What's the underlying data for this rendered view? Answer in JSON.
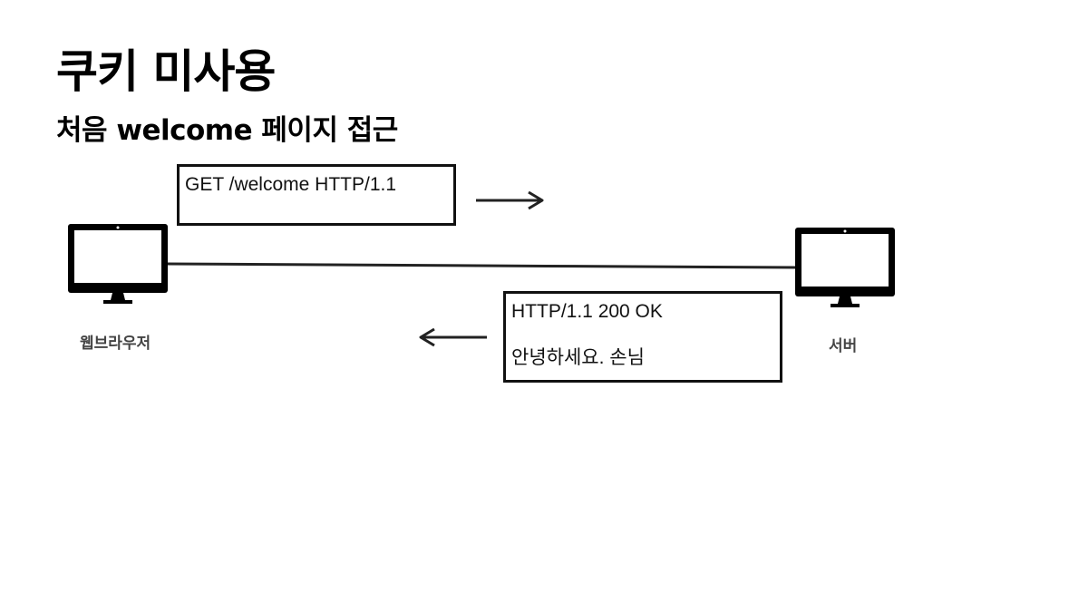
{
  "title": "쿠키 미사용",
  "subtitle": "처음 welcome 페이지 접근",
  "request": {
    "line": "GET /welcome HTTP/1.1"
  },
  "response": {
    "status_line": "HTTP/1.1 200 OK",
    "body": "안녕하세요. 손님"
  },
  "nodes": {
    "client_label": "웹브라우저",
    "server_label": "서버"
  },
  "icons": {
    "client": "monitor-icon",
    "server": "monitor-icon",
    "request_arrow": "arrow-right-icon",
    "response_arrow": "arrow-left-icon"
  }
}
